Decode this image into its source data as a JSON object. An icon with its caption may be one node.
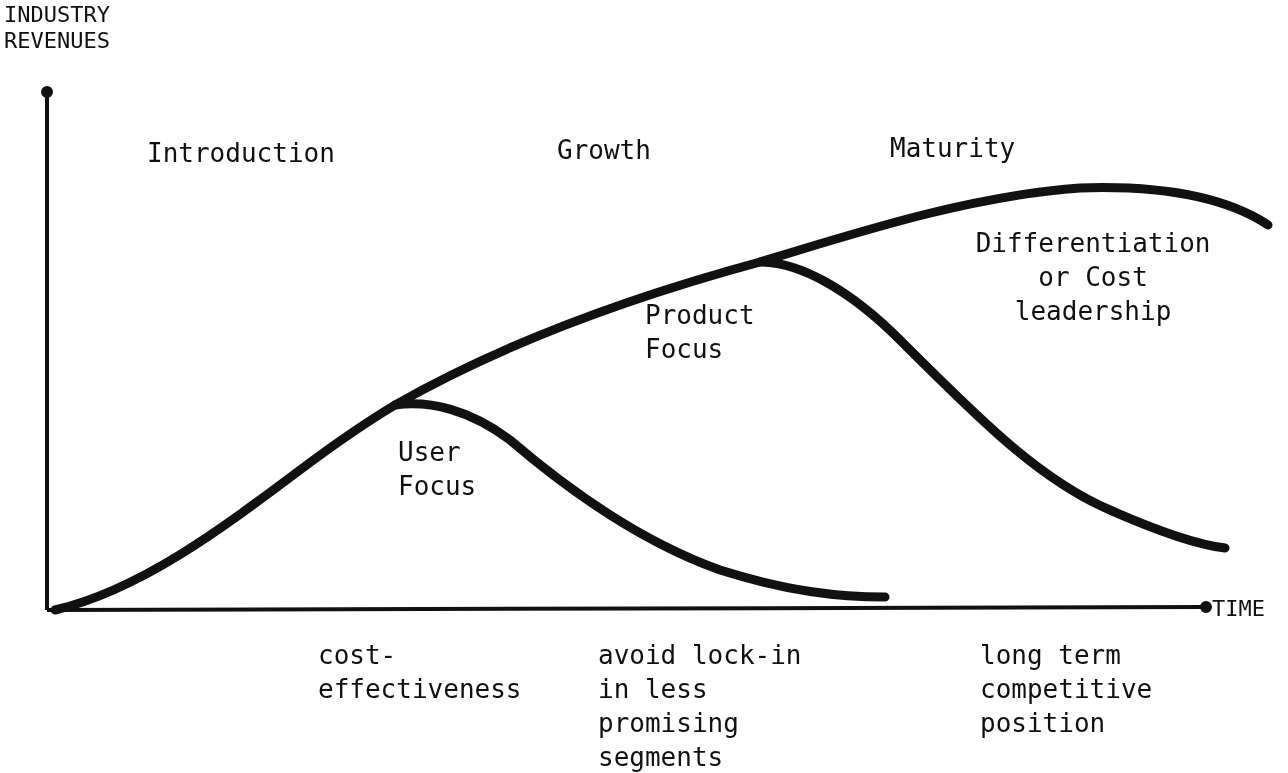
{
  "diagram": {
    "labels": [
      "INDUSTRY REVENUES",
      "Introduction",
      "Growth",
      "Maturity",
      "Differentiation or Cost leadership",
      "Product Focus",
      "User Focus",
      "TIME",
      "cost-effectiveness",
      "avoid lock-in in less promising segments",
      "long term competitive position"
    ]
  }
}
